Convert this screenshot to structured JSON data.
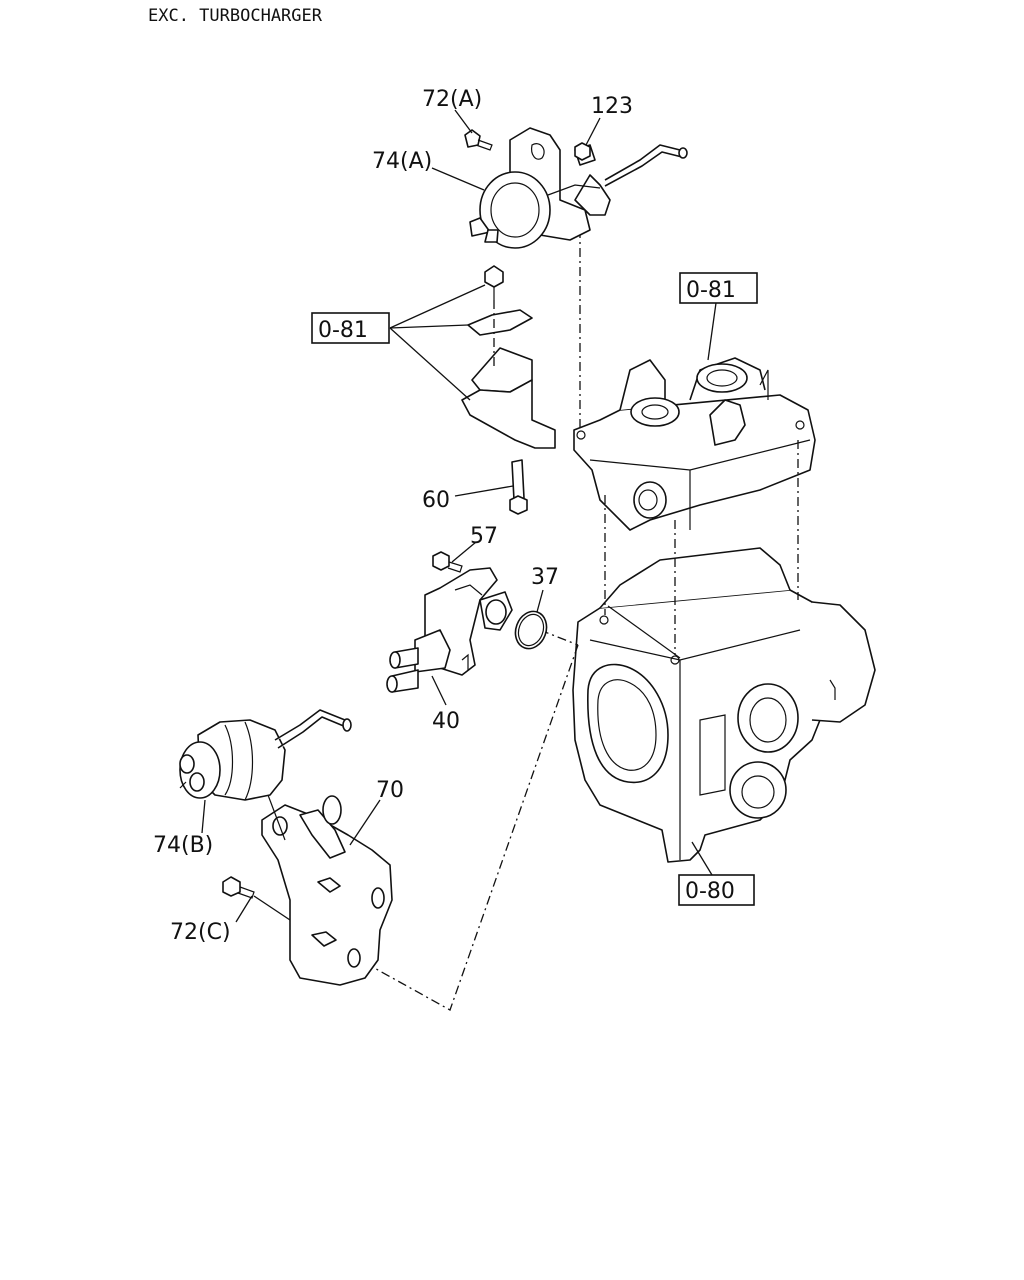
{
  "header": {
    "title": "EXC. TURBOCHARGER"
  },
  "callouts": {
    "c72a": "72(A)",
    "c123": "123",
    "c74a": "74(A)",
    "c081_right": "0-81",
    "c081_left": "0-81",
    "c60": "60",
    "c57": "57",
    "c37": "37",
    "c40": "40",
    "c70": "70",
    "c74b": "74(B)",
    "c72c": "72(C)",
    "c080": "0-80"
  }
}
